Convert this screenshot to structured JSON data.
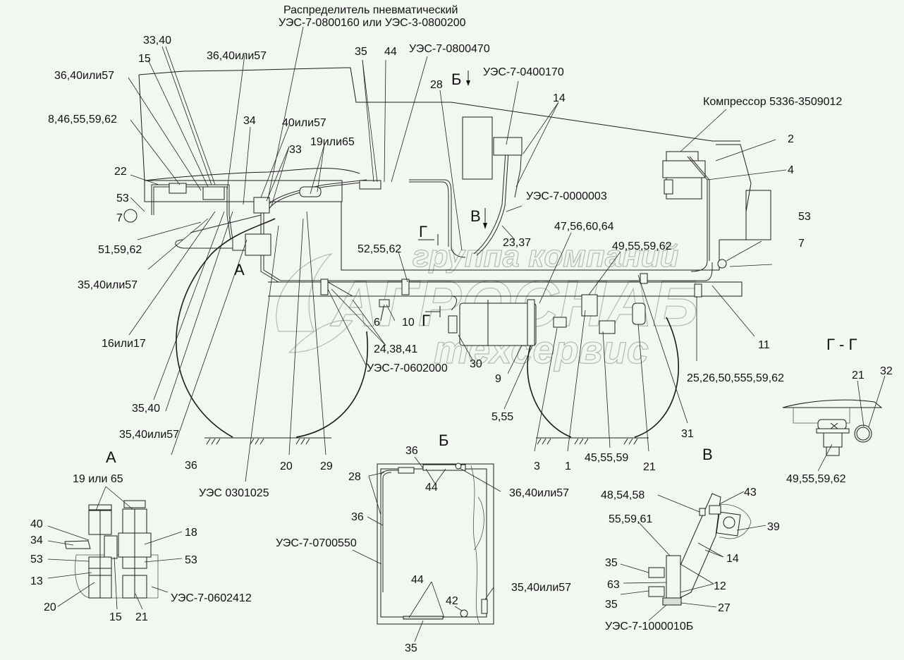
{
  "title_block": {
    "distributor_line1": "Распределитель пневматический",
    "distributor_line2": "УЭС-7-0800160 или УЭС-3-0800200",
    "compressor": "Компрессор 5336-3509012"
  },
  "watermark": {
    "line1": "группа компаний",
    "line2": "АГРОСНАБ",
    "line3": "техсервис"
  },
  "main_view": {
    "labels": {
      "l_33_40": "33,40",
      "l_15": "15",
      "l_36_40_57_a": "36,40или57",
      "l_36_40_57_b": "36,40или57",
      "l_8_46": "8,46,55,59,62",
      "l_34": "34",
      "l_40_57": "40или57",
      "l_33": "33",
      "l_19_65": "19или65",
      "l_22": "22",
      "l_53_left": "53",
      "l_7_left": "7",
      "l_51_59_62": "51,59,62",
      "l_35_40_57_a": "35,40или57",
      "l_16_17": "16или17",
      "l_35_40": "35,40",
      "l_35_40_57_b": "35,40или57",
      "l_36_bottom": "36",
      "l_ues_0301025": "УЭС 0301025",
      "l_20": "20",
      "l_29": "29",
      "l_A": "А",
      "l_35_top": "35",
      "l_44_top": "44",
      "l_ues_0800470": "УЭС-7-0800470",
      "l_28": "28",
      "l_B_view": "Б",
      "l_ues_0400170": "УЭС-7-0400170",
      "l_14": "14",
      "l_ues_0000003": "УЭС-7-0000003",
      "l_V_view": "В",
      "l_23_37": "23,37",
      "l_G_mark1": "Г",
      "l_G_mark2": "Г",
      "l_52_55_62": "52,55,62",
      "l_47_56": "47,56,60,64",
      "l_49_55_59_62": "49,55,59,62",
      "l_6": "6",
      "l_10": "10",
      "l_24_38_41": "24,38,41",
      "l_ues_0602000": "УЭС-7-0602000",
      "l_30": "30",
      "l_9": "9",
      "l_5_55": "5,55",
      "l_3": "3",
      "l_1": "1",
      "l_45_55_59": "45,55,59",
      "l_21": "21",
      "l_31": "31",
      "l_11": "11",
      "l_25_26": "25,26,50,555,59,62",
      "l_2": "2",
      "l_4": "4",
      "l_53_right": "53",
      "l_7_right": "7"
    }
  },
  "view_A": {
    "title": "А",
    "labels": {
      "l_19_65": "19 или 65",
      "l_40": "40",
      "l_34": "34",
      "l_53_left": "53",
      "l_13": "13",
      "l_20": "20",
      "l_15": "15",
      "l_21": "21",
      "l_18": "18",
      "l_53_right": "53",
      "l_ues_0602412": "УЭС-7-0602412"
    }
  },
  "view_B": {
    "title": "Б",
    "labels": {
      "l_36_top": "36",
      "l_28": "28",
      "l_44_top": "44",
      "l_36_40_57": "36,40или57",
      "l_36_side": "36",
      "l_ues_0700550": "УЭС-7-0700550",
      "l_44_bottom": "44",
      "l_42": "42",
      "l_35_40_57": "35,40или57",
      "l_35": "35"
    }
  },
  "view_V": {
    "title": "В",
    "labels": {
      "l_48_54_58": "48,54,58",
      "l_43": "43",
      "l_55_59_61": "55,59,61",
      "l_39": "39",
      "l_35_a": "35",
      "l_14": "14",
      "l_63": "63",
      "l_12": "12",
      "l_35_b": "35",
      "l_27": "27",
      "l_ues_1000010": "УЭС-7-1000010Б"
    }
  },
  "section_GG": {
    "title": "Г - Г",
    "labels": {
      "l_21": "21",
      "l_32": "32",
      "l_49_55_59_62": "49,55,59,62"
    }
  }
}
